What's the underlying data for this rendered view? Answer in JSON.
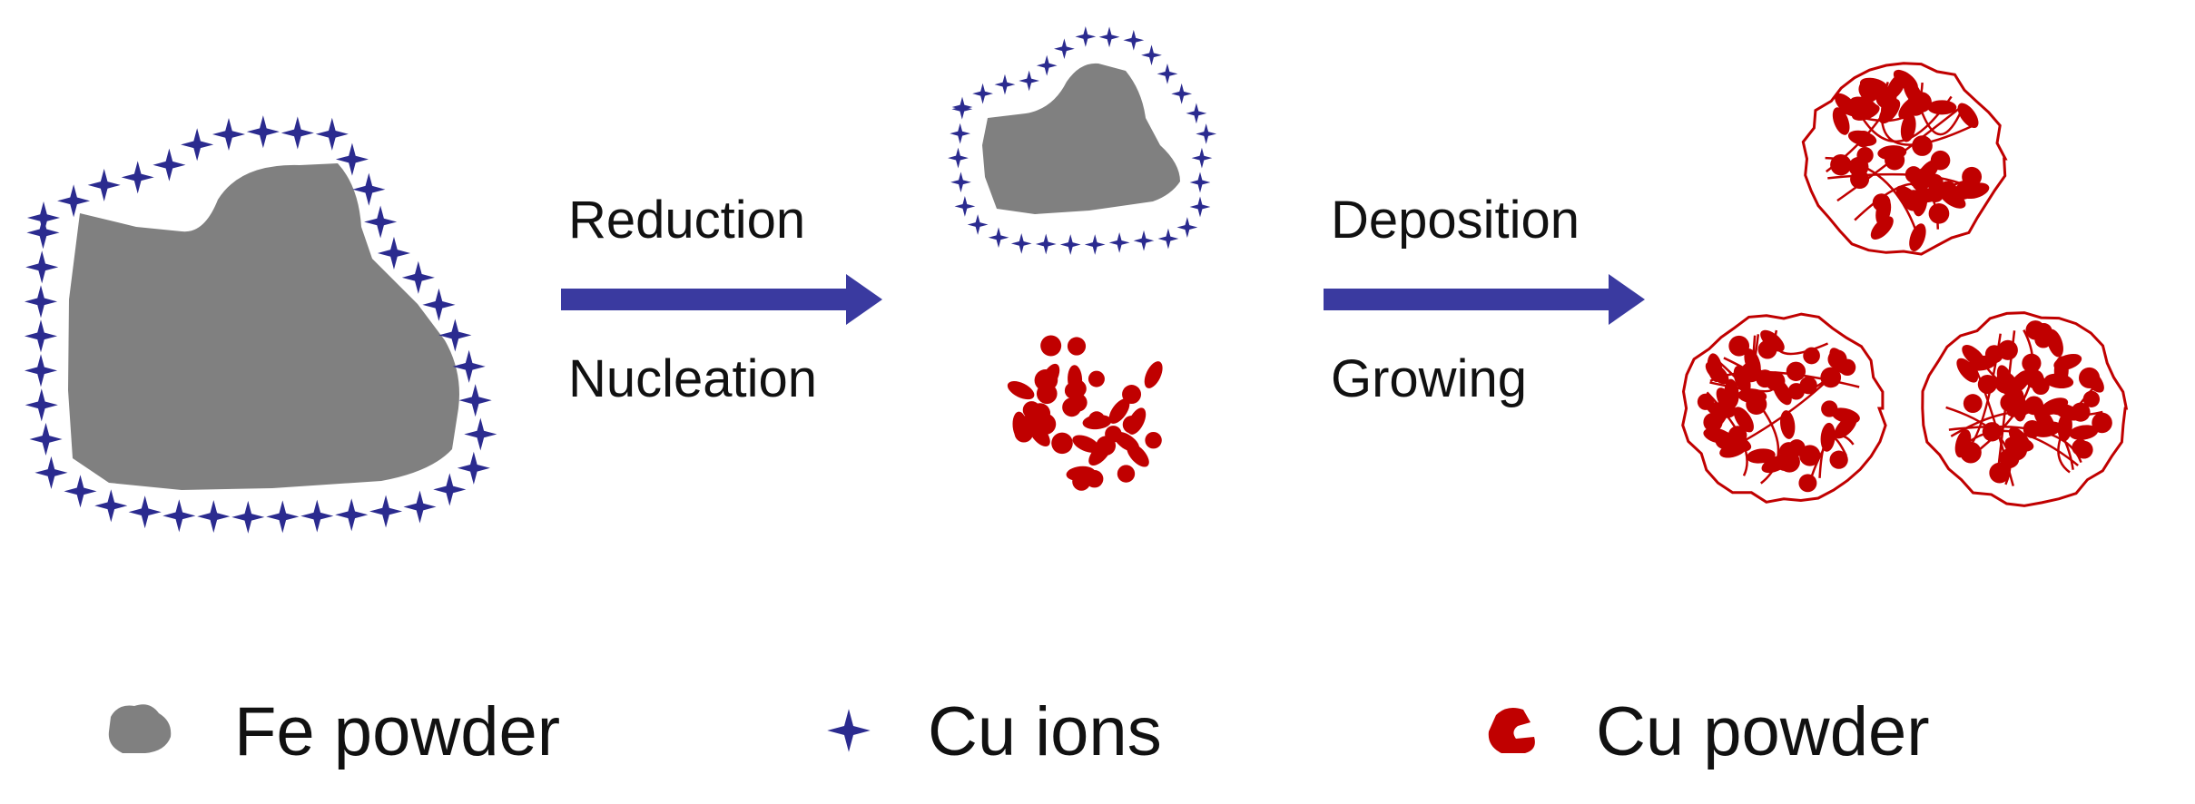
{
  "colors": {
    "fe": "#808080",
    "ion": "#2B2B8F",
    "cu": "#C00000",
    "arrow": "#3A3AA0",
    "text": "#111111"
  },
  "steps": [
    {
      "top": "Reduction",
      "bottom": "Nucleation"
    },
    {
      "top": "Deposition",
      "bottom": "Growing"
    }
  ],
  "legend": [
    {
      "icon": "fe-powder-icon",
      "label": "Fe powder"
    },
    {
      "icon": "cu-ion-icon",
      "label": "Cu ions"
    },
    {
      "icon": "cu-powder-icon",
      "label": "Cu powder"
    }
  ]
}
